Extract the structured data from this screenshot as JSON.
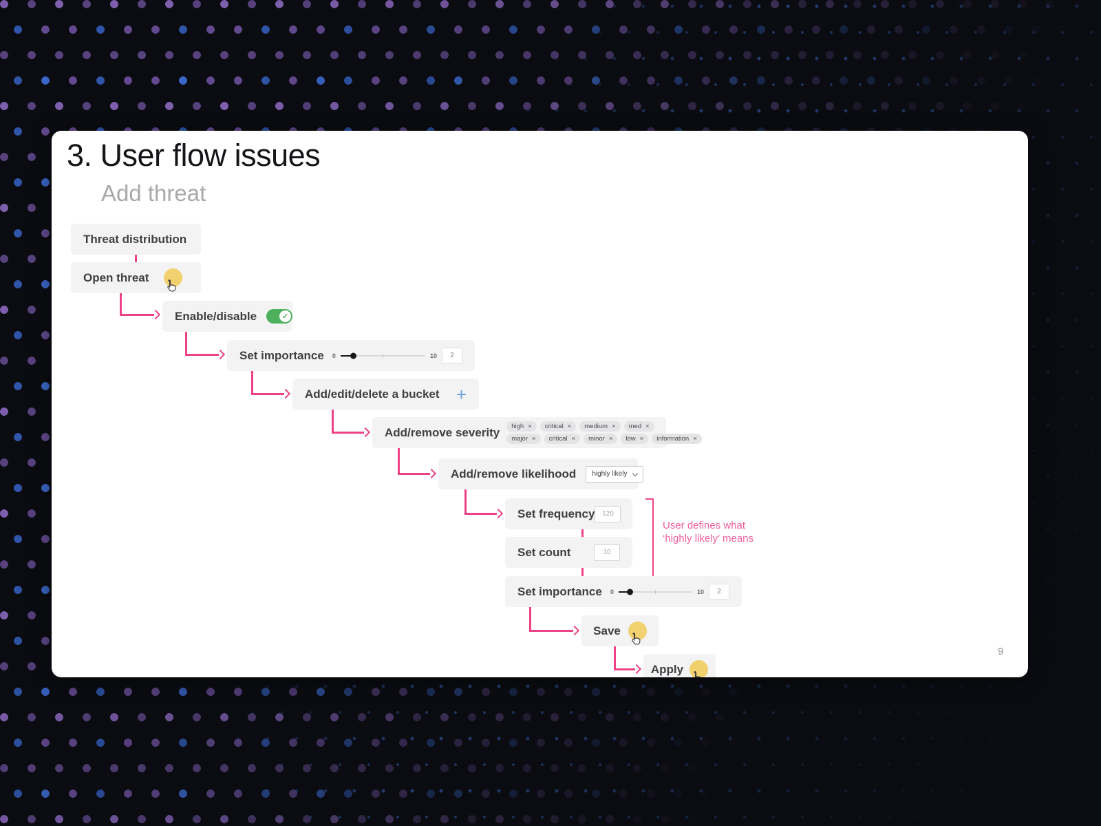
{
  "slide": {
    "title": "3. User flow issues",
    "subtitle": "Add threat",
    "page_number": "9"
  },
  "flow": {
    "threat_distribution": {
      "label": "Threat distribution"
    },
    "open_threat": {
      "label": "Open threat"
    },
    "enable_disable": {
      "label": "Enable/disable",
      "toggle_state": "on"
    },
    "set_importance_first": {
      "label": "Set importance",
      "min": "0",
      "max": "10",
      "value": "2"
    },
    "add_edit_delete_bucket": {
      "label": "Add/edit/delete a bucket",
      "plus": "+"
    },
    "add_remove_severity": {
      "label": "Add/remove severity",
      "tags_row1": [
        "high",
        "critical",
        "medium",
        "med"
      ],
      "tags_row2": [
        "major",
        "critical",
        "minor",
        "low",
        "information"
      ]
    },
    "add_remove_likelihood": {
      "label": "Add/remove likelihood",
      "selected": "highly likely"
    },
    "set_frequency": {
      "label": "Set frequency",
      "value": "120"
    },
    "set_count": {
      "label": "Set count",
      "value": "10"
    },
    "set_importance_second": {
      "label": "Set importance",
      "min": "0",
      "max": "10",
      "value": "2"
    },
    "save": {
      "label": "Save"
    },
    "apply": {
      "label": "Apply"
    }
  },
  "annotation": {
    "line1": "User defines what",
    "line2": "‘highly likely’ means"
  },
  "icons": {
    "close": "×",
    "check": "✓"
  },
  "colors": {
    "accent_pink": "#ee4287",
    "annotation_pink": "#ee5f9f",
    "toggle_green": "#4cb05c",
    "cursor_yellow": "#f1d06e",
    "plus_blue": "#68a0d8"
  }
}
